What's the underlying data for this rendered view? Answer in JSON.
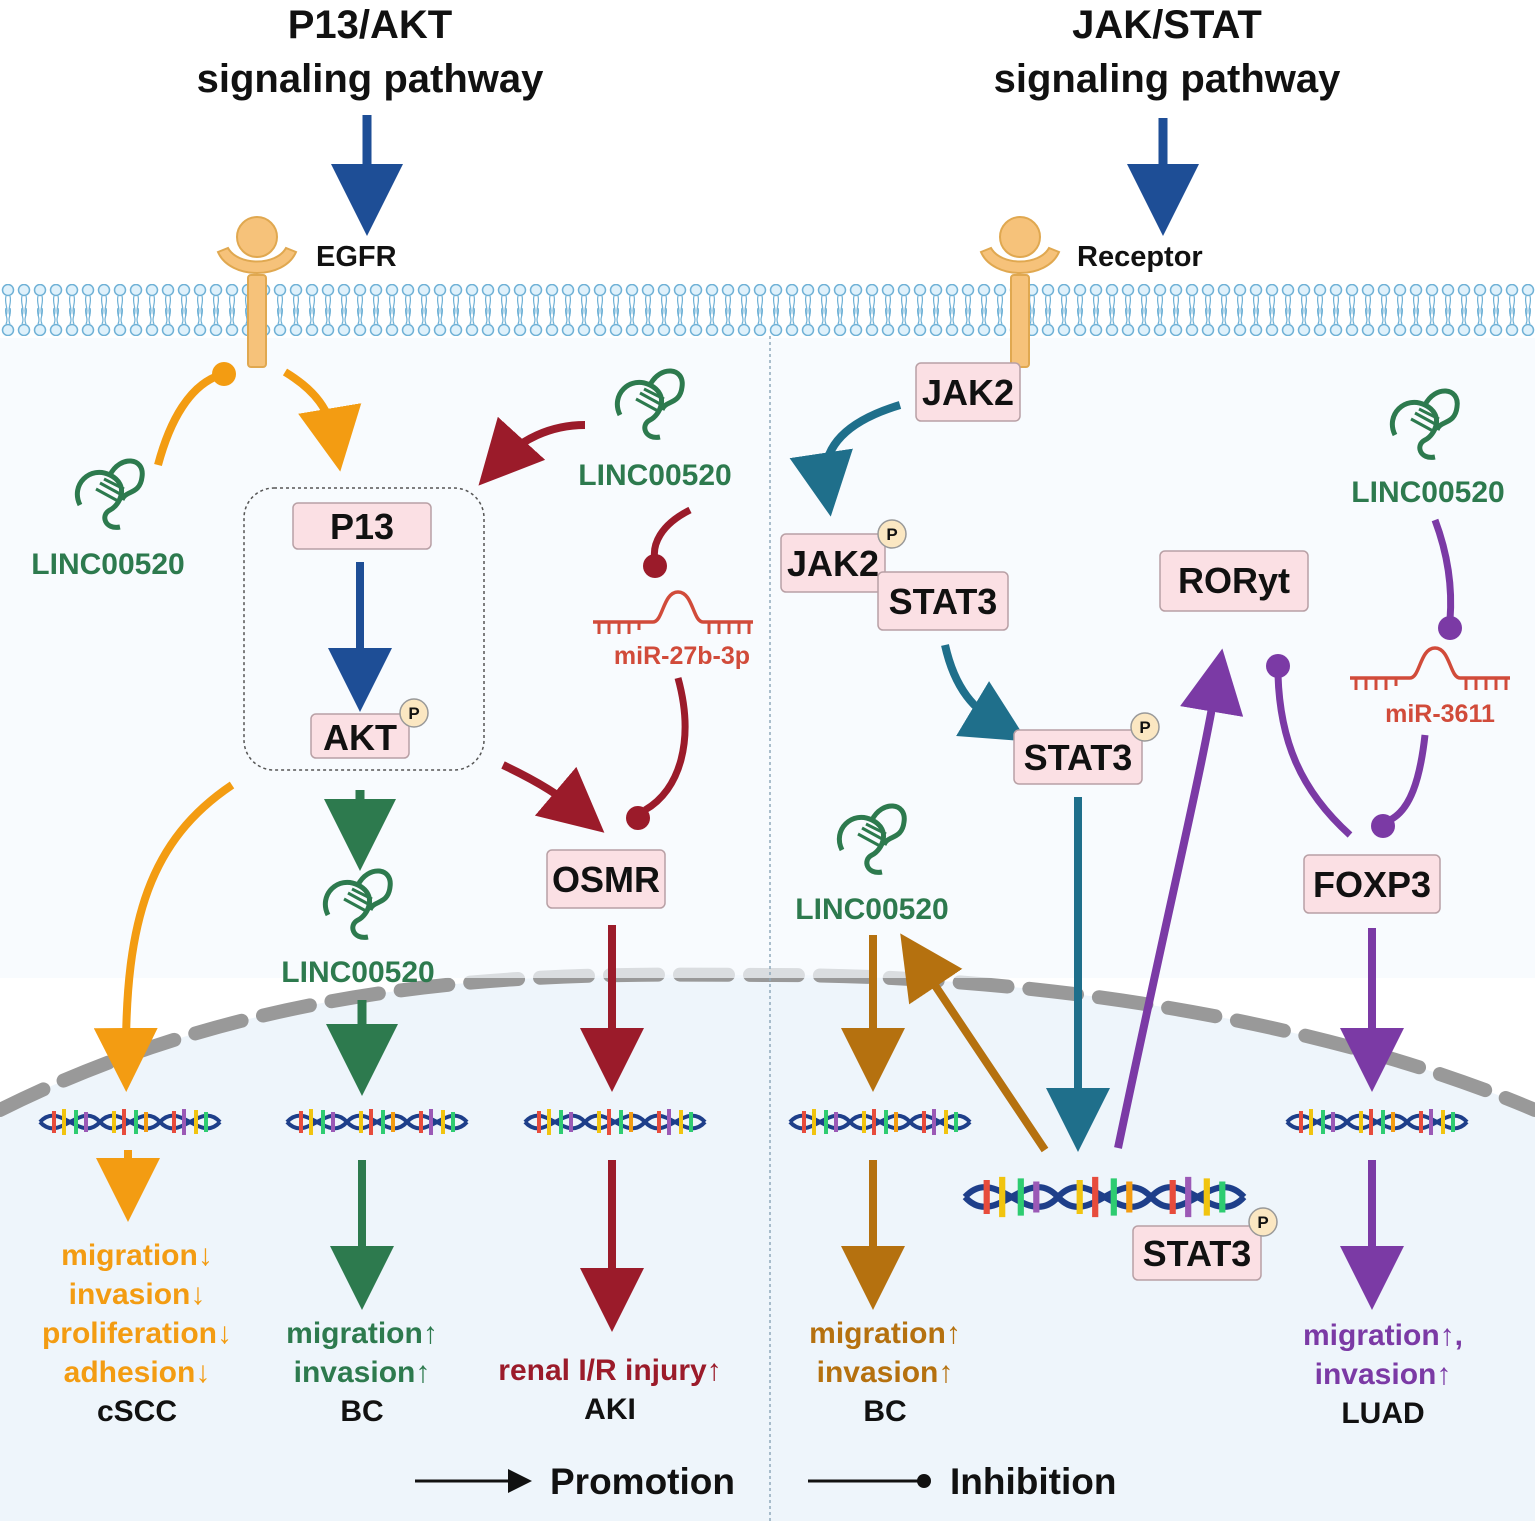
{
  "titles": {
    "left_line1": "P13/AKT",
    "left_line2": "signaling pathway",
    "right_line1": "JAK/STAT",
    "right_line2": "signaling pathway"
  },
  "receptors": {
    "left": "EGFR",
    "right": "Receptor"
  },
  "proteins": {
    "p13": "P13",
    "akt": "AKT",
    "osmr": "OSMR",
    "jak2": "JAK2",
    "jak2_p": "JAK2",
    "stat3_complex": "STAT3",
    "stat3_p": "STAT3",
    "roryt": "RORyt",
    "foxp3": "FOXP3",
    "stat3_dna": "STAT3",
    "phospho": "P"
  },
  "lncrna": {
    "left": "LINC00520",
    "middle": "LINC00520",
    "top_right_left_panel": "LINC00520",
    "right_mid": "LINC00520",
    "far_right": "LINC00520"
  },
  "mirna": {
    "left_panel": "miR-27b-3p",
    "right_panel": "miR-3611"
  },
  "outcomes": {
    "cscc": [
      "migration↓",
      "invasion↓",
      "proliferation↓",
      "adhesion↓"
    ],
    "cscc_disease": "cSCC",
    "bc_left": [
      "migration↑",
      "invasion↑"
    ],
    "bc_left_disease": "BC",
    "aki": [
      "renal I/R injury↑"
    ],
    "aki_disease": "AKI",
    "bc_right": [
      "migration↑",
      "invasion↑"
    ],
    "bc_right_disease": "BC",
    "luad": [
      "migration↑,",
      "invasion↑"
    ],
    "luad_disease": "LUAD"
  },
  "legend": {
    "promotion": "Promotion",
    "inhibition": "Inhibition"
  },
  "colors": {
    "orange": "#f39c12",
    "green": "#2d7a4e",
    "darkred": "#9b1b2a",
    "blue": "#1e4e96",
    "teal": "#1f6f8b",
    "brown": "#b5710f",
    "purple": "#7b3aa5",
    "box_fill": "#fbe0e4",
    "nucleus": "#eef5fb"
  }
}
